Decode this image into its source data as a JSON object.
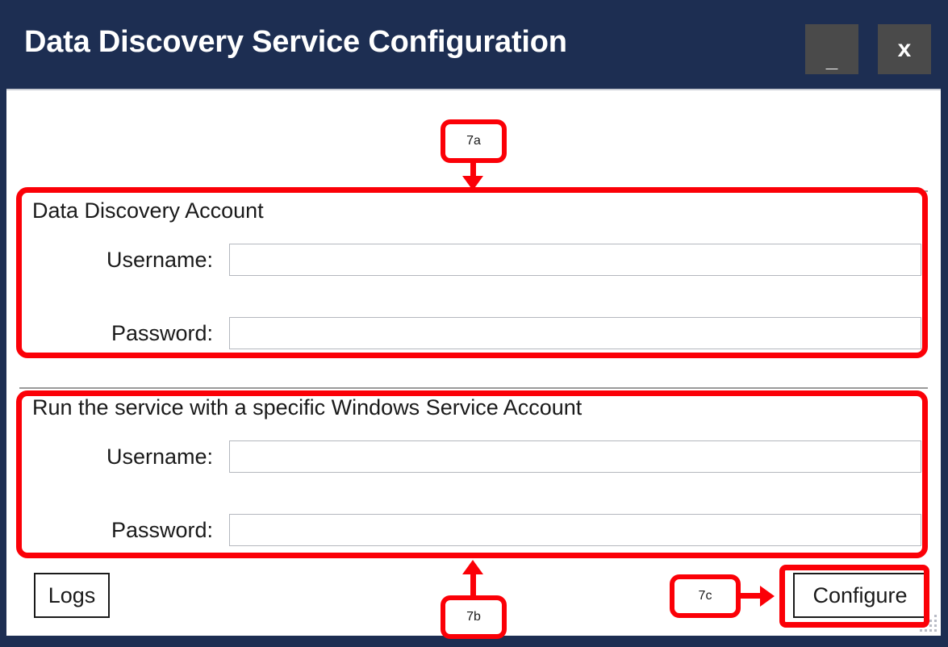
{
  "window": {
    "title": "Data Discovery Service Configuration",
    "titlebar_color": "#1d2e52",
    "frame_color": "#1d2e52",
    "client_background": "#ffffff",
    "controls": {
      "minimize_label": "_",
      "minimize_icon": "minimize-icon",
      "close_label": "x",
      "close_icon": "close-icon",
      "button_color": "#4a4a4a"
    },
    "resize_grip_icon": "resize-grip-icon"
  },
  "groups": [
    {
      "id": "data-discovery-account",
      "title": "Data Discovery Account",
      "fields": [
        {
          "label": "Username:",
          "value": "",
          "placeholder": "",
          "type": "text"
        },
        {
          "label": "Password:",
          "value": "",
          "placeholder": "",
          "type": "password"
        }
      ]
    },
    {
      "id": "windows-service-account",
      "title": "Run the service with a specific Windows Service Account",
      "fields": [
        {
          "label": "Username:",
          "value": "",
          "placeholder": "",
          "type": "text"
        },
        {
          "label": "Password:",
          "value": "",
          "placeholder": "",
          "type": "password"
        }
      ]
    }
  ],
  "buttons": {
    "logs_label": "Logs",
    "configure_label": "Configure"
  },
  "annotations": {
    "accent_color": "#fb0007",
    "callouts": [
      {
        "id": "7a",
        "label": "7a",
        "arrow_direction": "down",
        "target": "data-discovery-account-group"
      },
      {
        "id": "7b",
        "label": "7b",
        "arrow_direction": "up",
        "target": "windows-service-account-group"
      },
      {
        "id": "7c",
        "label": "7c",
        "arrow_direction": "right",
        "target": "configure-button"
      }
    ]
  }
}
